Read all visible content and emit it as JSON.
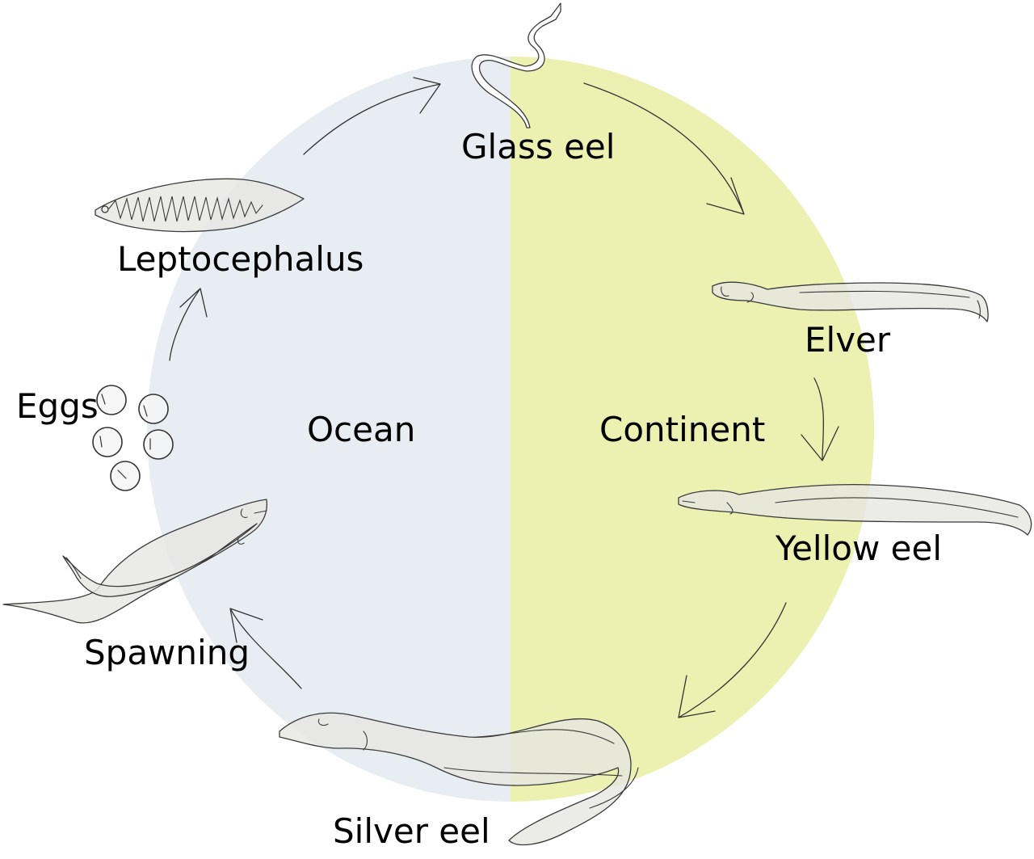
{
  "regions": {
    "ocean": {
      "label": "Ocean",
      "color": "#e8edf4"
    },
    "continent": {
      "label": "Continent",
      "color": "#ecf0b1"
    }
  },
  "stages": {
    "glass_eel": "Glass eel",
    "elver": "Elver",
    "yellow_eel": "Yellow eel",
    "silver_eel": "Silver eel",
    "spawning": "Spawning",
    "eggs": "Eggs",
    "leptocephalus": "Leptocephalus"
  },
  "eel_fill": "#e6e6e2"
}
